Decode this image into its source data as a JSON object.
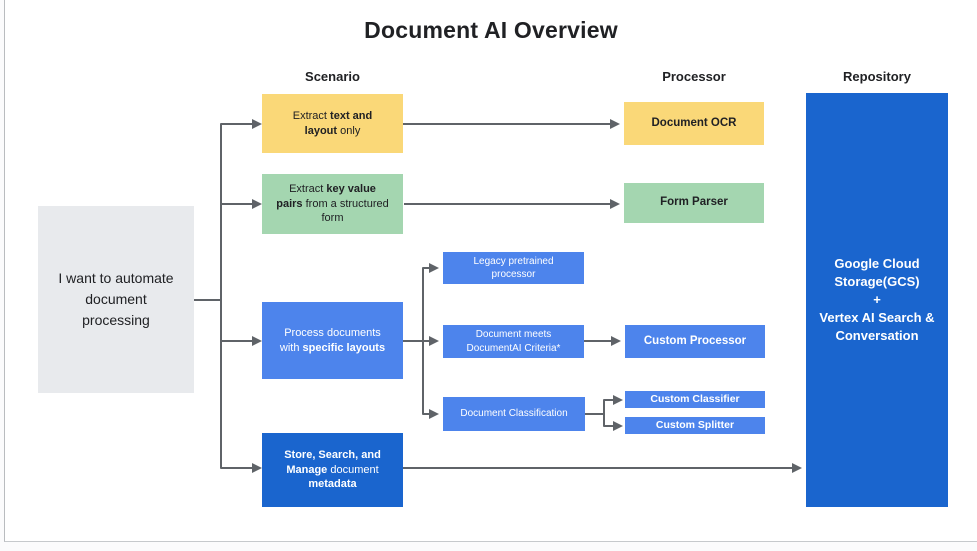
{
  "title": "Document AI Overview",
  "columns": {
    "scenario": "Scenario",
    "processor": "Processor",
    "repository": "Repository"
  },
  "start_box": {
    "text": "I want to automate document processing"
  },
  "scenarios": {
    "extract_text": {
      "pre": "Extract ",
      "bold": "text and layout",
      "post": " only"
    },
    "extract_kv": {
      "pre": "Extract ",
      "bold": "key value pairs",
      "post": " from a structured form"
    },
    "specific_layouts": {
      "pre": "Process documents with ",
      "bold": "specific layouts",
      "post": ""
    },
    "store_search": {
      "bold1": "Store, Search, and Manage",
      "mid": " document ",
      "bold2": "metadata"
    }
  },
  "processors": {
    "document_ocr": "Document OCR",
    "form_parser": "Form Parser",
    "legacy_pretrained": "Legacy pretrained processor",
    "documentai_criteria": "Document meets DocumentAI Criteria*",
    "document_classification": "Document Classification",
    "custom_processor": "Custom Processor",
    "custom_classifier": "Custom Classifier",
    "custom_splitter": "Custom Splitter"
  },
  "repository": {
    "line1": "Google Cloud Storage(GCS)",
    "plus": "+",
    "line2": "Vertex AI Search & Conversation"
  },
  "colors": {
    "yellow": "#fad878",
    "green": "#a4d6b0",
    "blue": "#4d84ec",
    "dark_blue": "#1a65ce",
    "gray": "#e8eaed",
    "arrow": "#5f6368"
  }
}
